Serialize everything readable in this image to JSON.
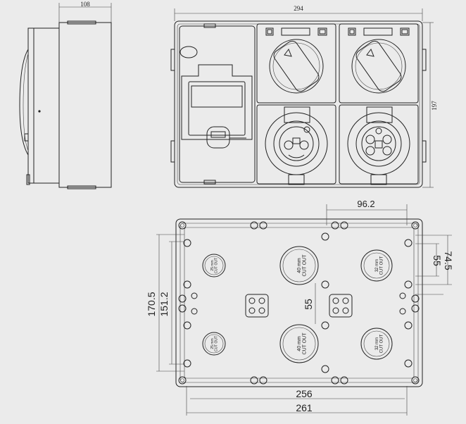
{
  "side_view": {
    "width_label": "108"
  },
  "front_view": {
    "width_label": "294",
    "height_label": "197"
  },
  "back_view": {
    "hole_spacing_top": "96.2",
    "vert_outer": "170.5",
    "vert_inner": "151.2",
    "center_spacing": "55",
    "right_outer": "74.5",
    "right_inner": "55",
    "bottom_inner": "256",
    "bottom_outer": "261",
    "knockouts": [
      {
        "label": "25 mm\nCUT OUT"
      },
      {
        "label": "40 mm\nCUT OUT"
      },
      {
        "label": "32 mm\nCUT OUT"
      },
      {
        "label": "25 mm\nCUT OUT"
      },
      {
        "label": "40 mm\nCUT OUT"
      },
      {
        "label": "32 mm\nCUT OUT"
      }
    ]
  }
}
